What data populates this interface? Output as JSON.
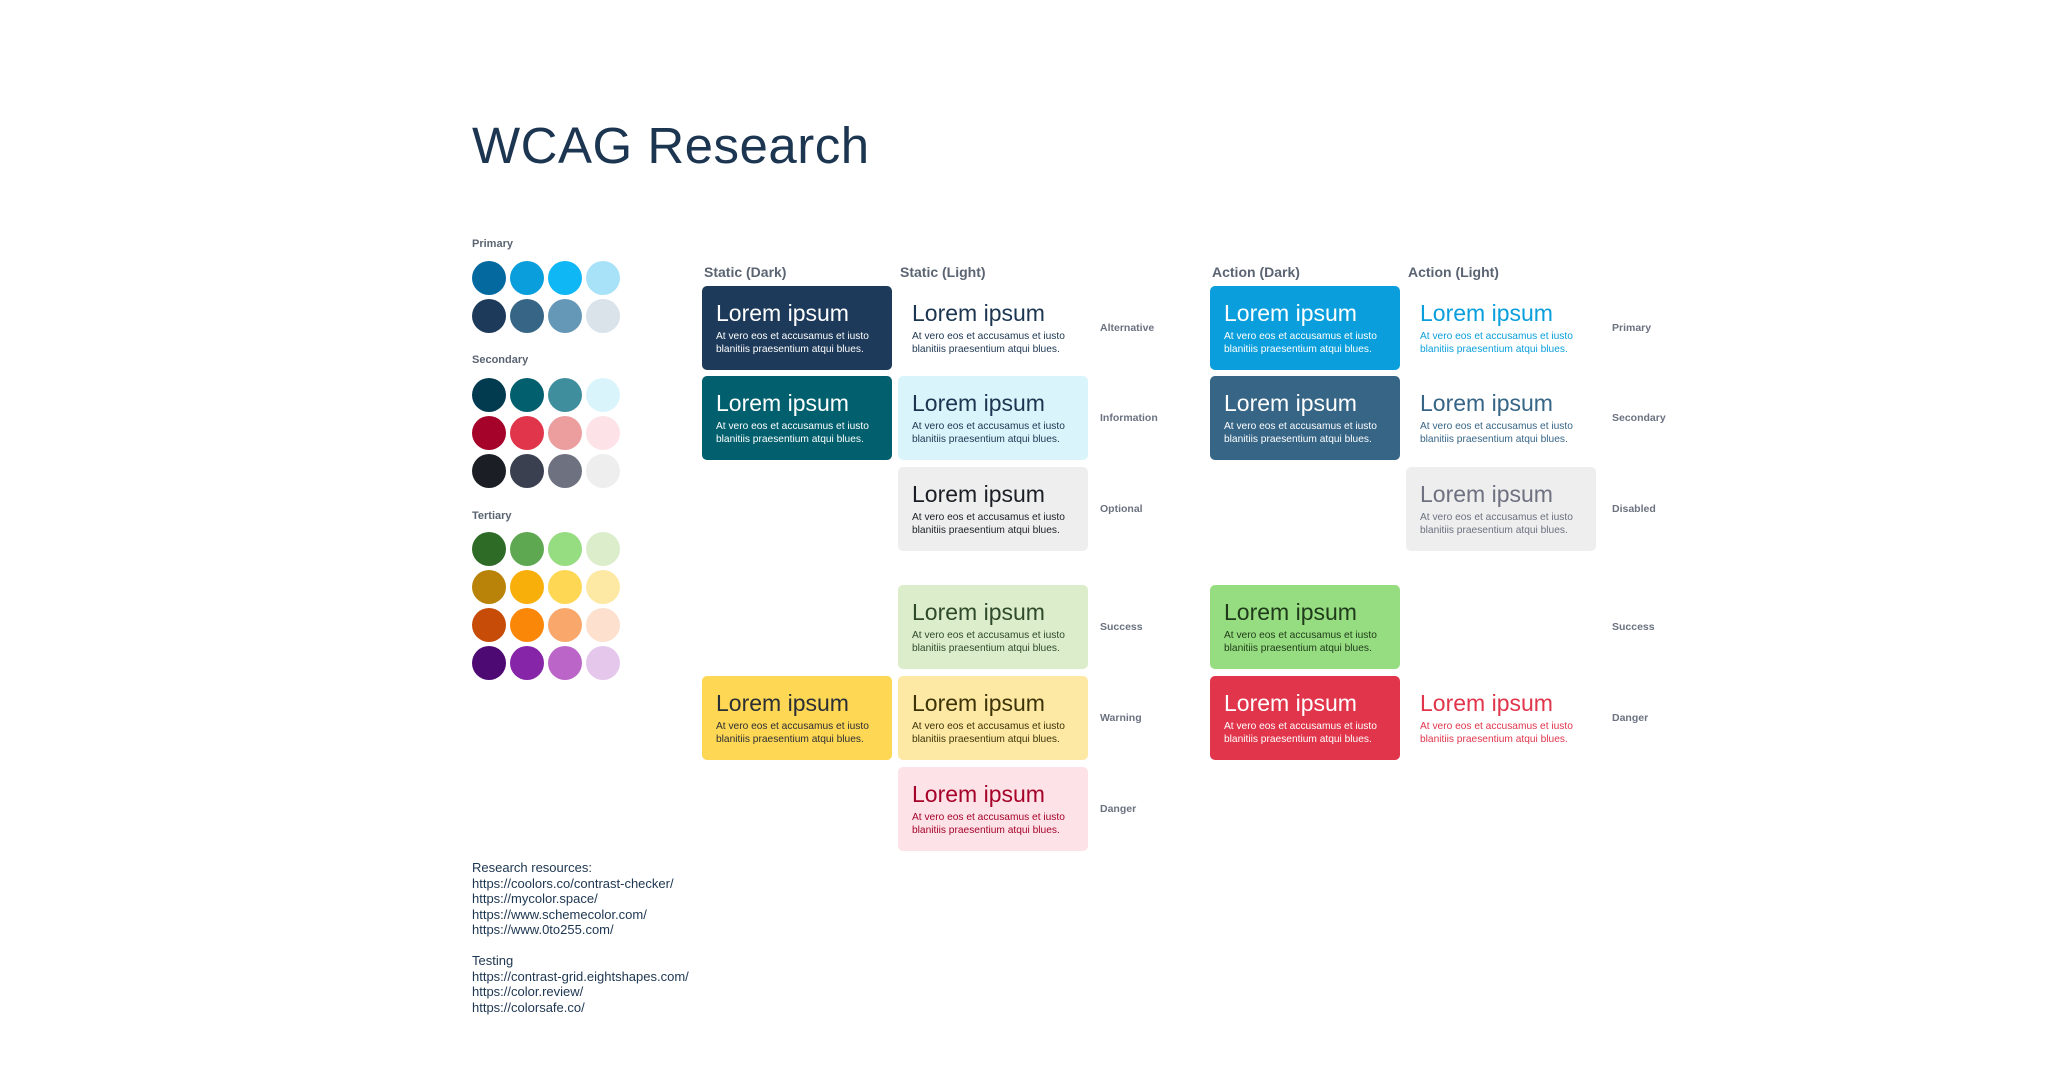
{
  "title": "WCAG Research",
  "palette": {
    "primary": {
      "label": "Primary",
      "rows": [
        [
          "#03699f",
          "#0a9fdc",
          "#0fb7f5",
          "#a8e2f8"
        ],
        [
          "#1d3a5a",
          "#366586",
          "#6597b7",
          "#dae2ea"
        ]
      ]
    },
    "secondary": {
      "label": "Secondary",
      "rows": [
        [
          "#023b4f",
          "#02606e",
          "#3f8e9d",
          "#d9f5fb"
        ],
        [
          "#a5032a",
          "#e0354b",
          "#ec9e9f",
          "#fde3e7"
        ],
        [
          "#1b1f25",
          "#3a4050",
          "#6d7180",
          "#eeeeee"
        ]
      ]
    },
    "tertiary": {
      "label": "Tertiary",
      "rows": [
        [
          "#2e6b27",
          "#5fa852",
          "#96dc80",
          "#dcedcb"
        ],
        [
          "#b88308",
          "#f9af0a",
          "#fed754",
          "#fde9a4"
        ],
        [
          "#c64c08",
          "#fb8708",
          "#f9a76b",
          "#fde0cd"
        ],
        [
          "#4d0a72",
          "#8625a8",
          "#bb65c8",
          "#e6c7ec"
        ]
      ]
    }
  },
  "columns": {
    "static_dark": "Static (Dark)",
    "static_light": "Static (Light)",
    "action_dark": "Action (Dark)",
    "action_light": "Action (Light)"
  },
  "card_text": {
    "heading": "Lorem ipsum",
    "body": "At vero eos et accusamus et iusto blanitiis praesentium atqui blues."
  },
  "static_labels": {
    "alternative": "Alternative",
    "information": "Information",
    "optional": "Optional",
    "success": "Success",
    "warning": "Warning",
    "danger": "Danger"
  },
  "action_labels": {
    "primary": "Primary",
    "secondary": "Secondary",
    "disabled": "Disabled",
    "success": "Success",
    "danger": "Danger"
  },
  "colors": {
    "title": "#1c3550",
    "sd_alternative_bg": "#1d3a5a",
    "sd_information_bg": "#02606e",
    "sd_warning_bg": "#fed754",
    "sl_alternative_bg": "#ffffff",
    "sl_information_bg": "#d9f5fb",
    "sl_optional_bg": "#eeeeee",
    "sl_success_bg": "#dcedcb",
    "sl_warning_bg": "#fde9a4",
    "sl_danger_bg": "#fde3e7",
    "ad_primary_bg": "#0a9fdc",
    "ad_secondary_bg": "#366586",
    "ad_success_bg": "#96dc80",
    "ad_danger_bg": "#e0354b",
    "al_disabled_bg": "#eeeeee",
    "al_primary_text": "#0a9fdc",
    "al_secondary_text": "#366586",
    "al_disabled_text": "#6d7180",
    "al_danger_text": "#e0354b",
    "sl_danger_text": "#a5032a"
  },
  "resources": {
    "heading": "Research resources:",
    "links": [
      "https://coolors.co/contrast-checker/",
      "https://mycolor.space/",
      "https://www.schemecolor.com/",
      "https://www.0to255.com/"
    ]
  },
  "testing": {
    "heading": "Testing",
    "links": [
      "https://contrast-grid.eightshapes.com/",
      "https://color.review/",
      "https://colorsafe.co/"
    ]
  }
}
